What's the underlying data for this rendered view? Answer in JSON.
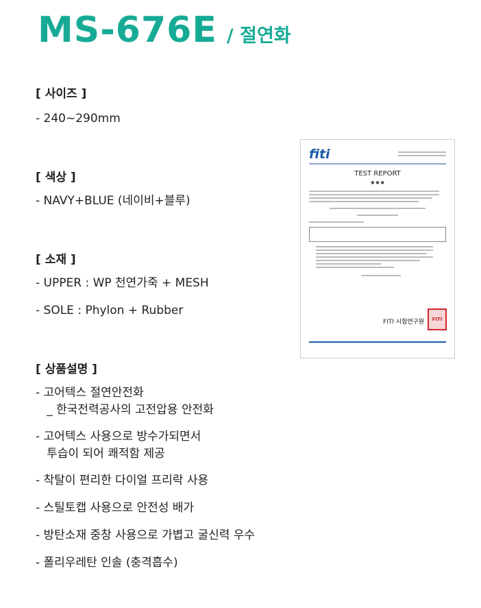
{
  "title": {
    "model": "MS-676E",
    "sub": "/ 절연화"
  },
  "sections": {
    "size": {
      "heading": "[ 사이즈 ]",
      "lines": [
        "- 240~290mm"
      ]
    },
    "color": {
      "heading": "[ 색상 ]",
      "lines": [
        "- NAVY+BLUE (네이비+블루)"
      ]
    },
    "material": {
      "heading": "[ 소재 ]",
      "lines": [
        "- UPPER : WP 천연가죽 + MESH",
        "- SOLE : Phylon + Rubber"
      ]
    },
    "desc": {
      "heading": "[ 상품설명 ]",
      "lines": [
        "- 고어텍스 절연안전화",
        "   _ 한국전력공사의 고전압용 안전화",
        "- 고어텍스 사용으로 방수가되면서",
        "   투습이 되어 쾌적함 제공",
        "- 착탈이 편리한 다이얼 프리락 사용",
        "- 스틸토캡 사용으로 안전성 배가",
        "- 방탄소재 중창 사용으로 가볍고 굴신력 우수",
        "- 폴리우레탄 인솔 (충격흡수)"
      ]
    }
  },
  "report": {
    "logo": "fiti",
    "title": "TEST REPORT",
    "issuer": "FITI 시험연구원",
    "stamp": "FITI"
  },
  "colors": {
    "accent": "#17ab96"
  }
}
